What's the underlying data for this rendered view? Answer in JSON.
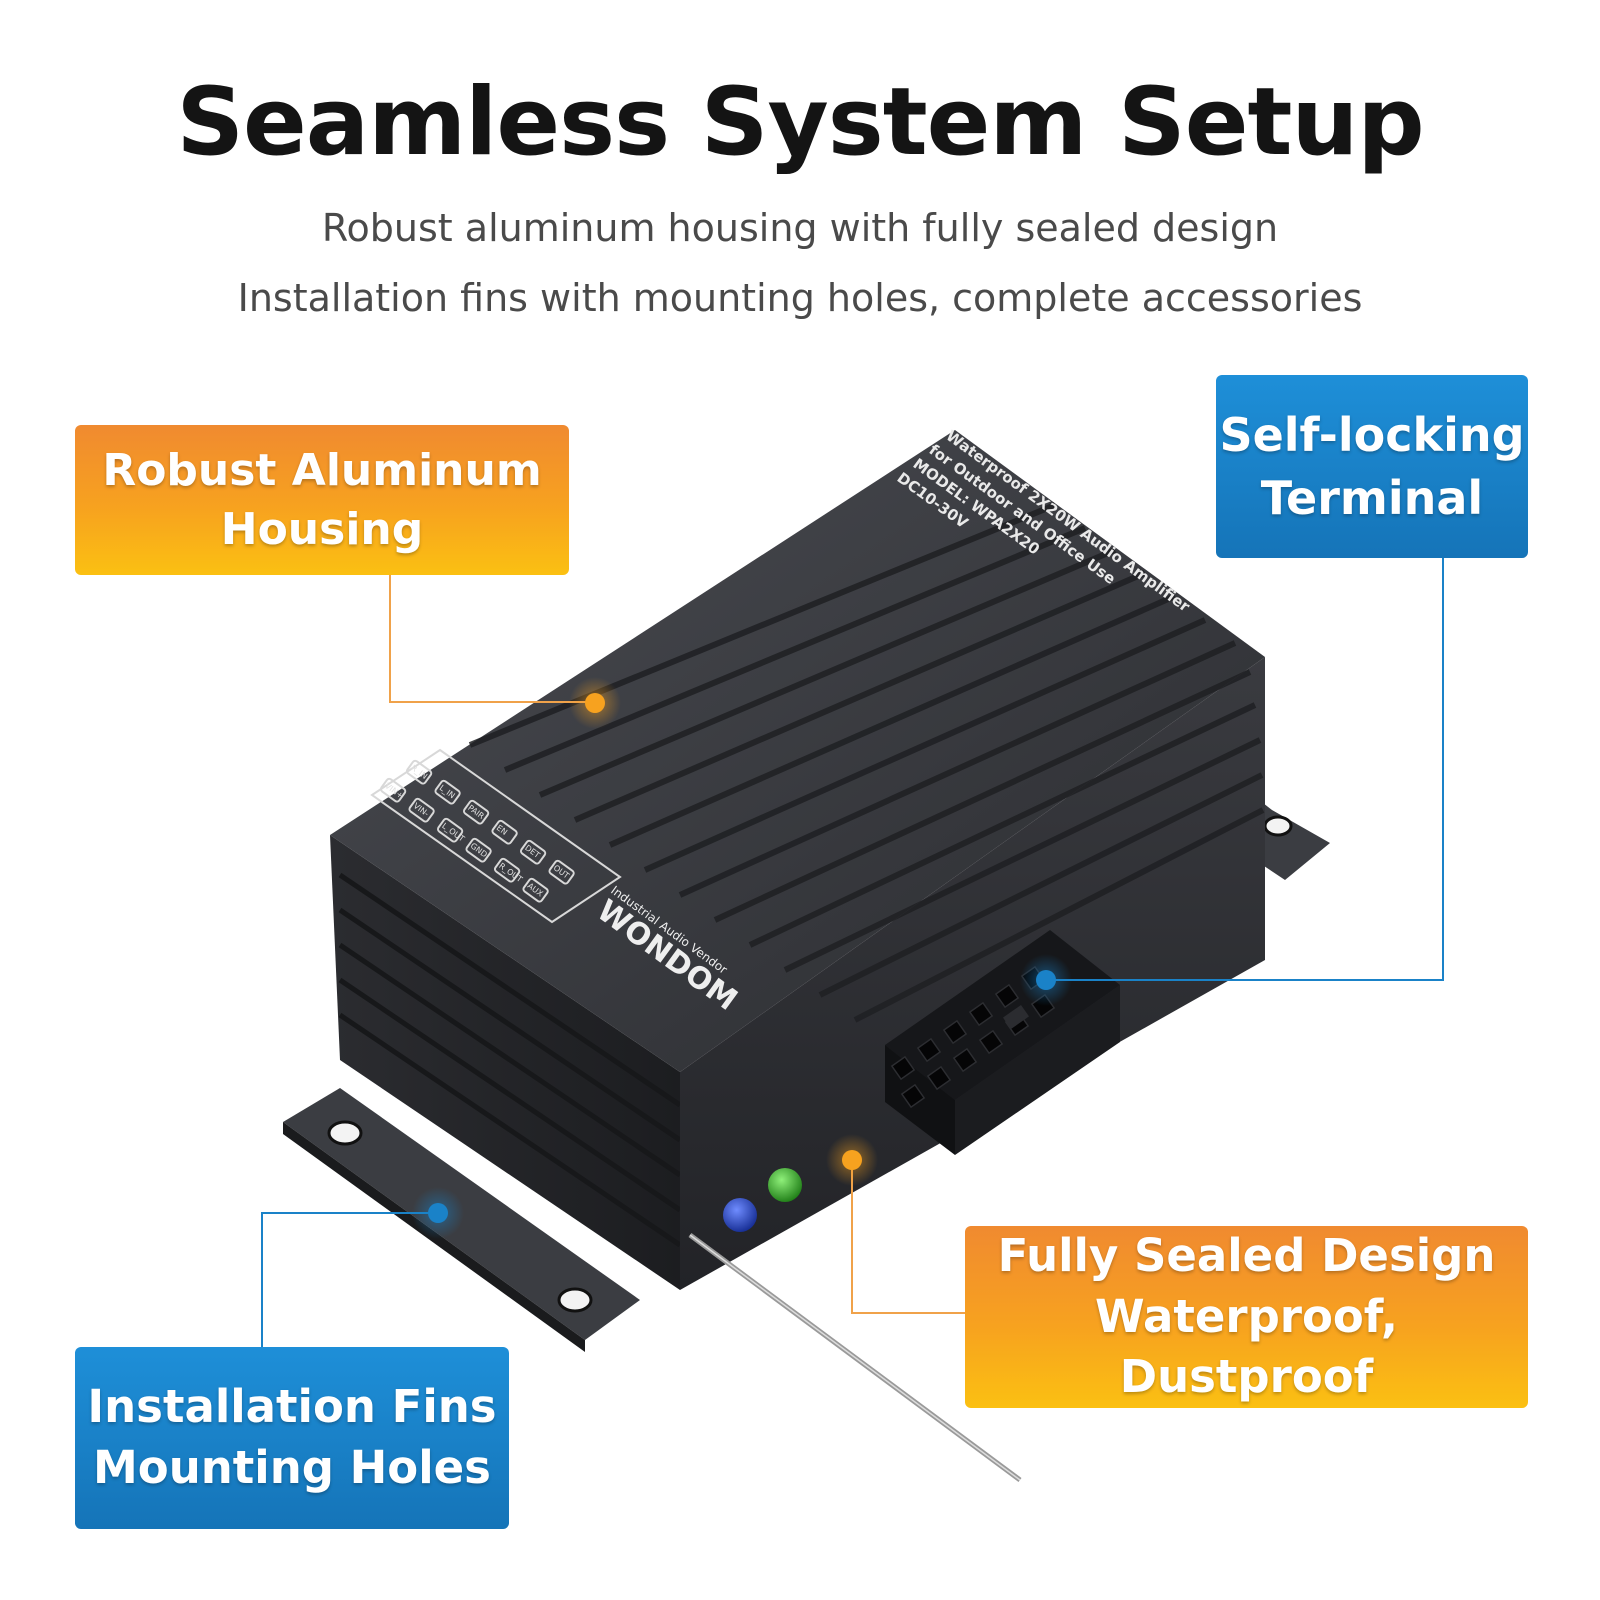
{
  "header": {
    "title": "Seamless System Setup",
    "subtitle_line1": "Robust aluminum housing with fully sealed design",
    "subtitle_line2": "Installation fins with mounting holes, complete accessories"
  },
  "callouts": {
    "housing": "Robust Aluminum\nHousing",
    "terminal": "Self-locking\nTerminal",
    "sealed": "Fully Sealed Design\nWaterproof, Dustproof",
    "fins": "Installation Fins\nMounting Holes"
  },
  "device": {
    "label_line1": "Waterproof 2X20W Audio Amplifier",
    "label_line2": "for Outdoor and Office Use",
    "label_line3": "MODEL: WPA2X20",
    "label_line4": "DC10-30V",
    "brand": "WONDOM",
    "brand_sub": "Industrial Audio Vendor",
    "terminal_pins": [
      "VIN+",
      "VIN-",
      "L_OUT",
      "GND",
      "R_OUT",
      "AUX",
      "R_IN",
      "L_IN",
      "PAIR",
      "EN",
      "DET",
      "OUT"
    ]
  },
  "colors": {
    "orange": "#f7a21f",
    "blue": "#1a82c8",
    "housing": "#2e2f33",
    "led_blue": "#1e3fbf",
    "led_green": "#3ab02a"
  },
  "icons": [
    "orange-marker-dot",
    "blue-marker-dot"
  ]
}
